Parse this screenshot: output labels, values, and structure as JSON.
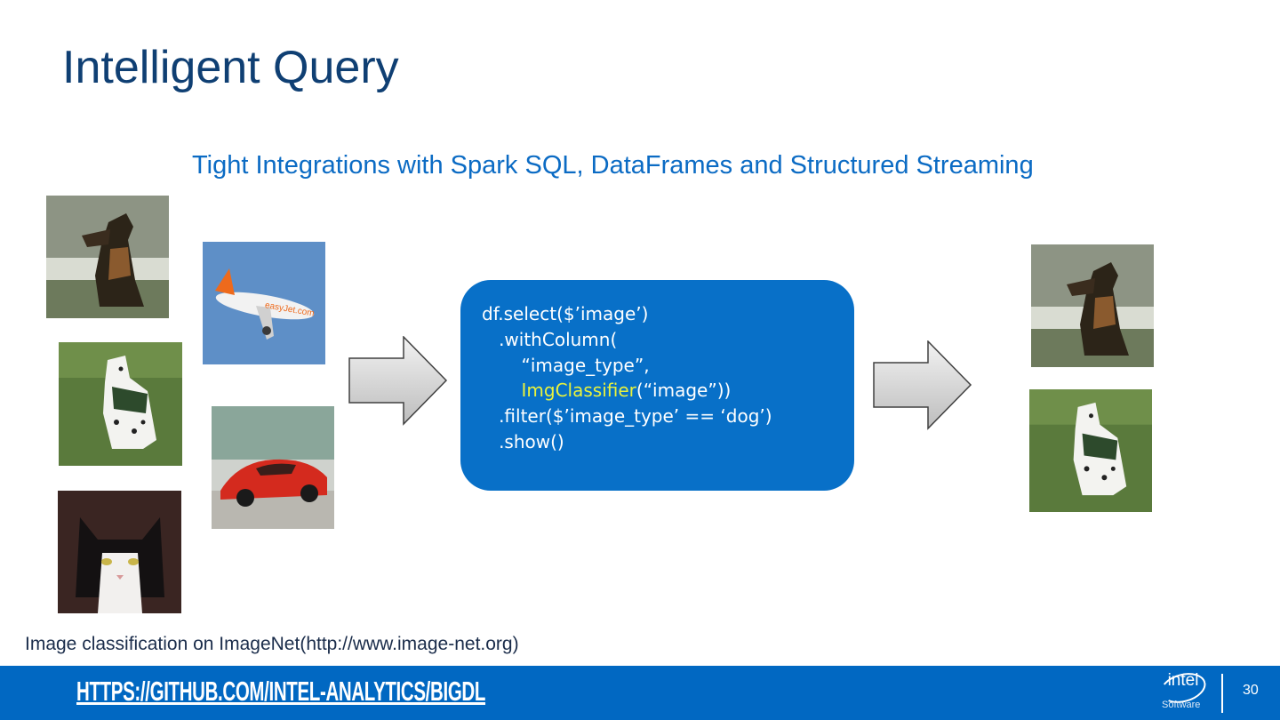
{
  "slide": {
    "title": "Intelligent Query",
    "subtitle": "Tight Integrations with Spark SQL, DataFrames and Structured Streaming",
    "caption": "Image classification on ImageNet(http://www.image-net.org)"
  },
  "input_images": [
    {
      "subject": "german shepherd dog"
    },
    {
      "subject": "easyjet airplane",
      "text": "easyJet.com"
    },
    {
      "subject": "dalmatian dog"
    },
    {
      "subject": "red sports car"
    },
    {
      "subject": "black and white cat"
    }
  ],
  "output_images": [
    {
      "subject": "german shepherd dog"
    },
    {
      "subject": "dalmatian dog"
    }
  ],
  "arrows": [
    "right-arrow",
    "right-arrow"
  ],
  "code": {
    "line1": "df.select($’image’)",
    "line2": "   .withColumn(",
    "line3": "       “image_type”,",
    "line4_indent": "       ",
    "line4_highlight": "ImgClassifier",
    "line4_rest": "(“image”))",
    "line5": "   .filter($’image_type’ == ‘dog’)",
    "line6": "   .show()",
    "highlight_color": "#e9f23c"
  },
  "footer": {
    "link": "HTTPS://GITHUB.COM/INTEL-ANALYTICS/BIGDL",
    "logo_word": "intel",
    "logo_sub": "Software",
    "page_number": "30"
  },
  "colors": {
    "title": "#0f3f73",
    "subtitle": "#0b6bc4",
    "code_box": "#0870c8",
    "footer_bar": "#0168c2"
  }
}
